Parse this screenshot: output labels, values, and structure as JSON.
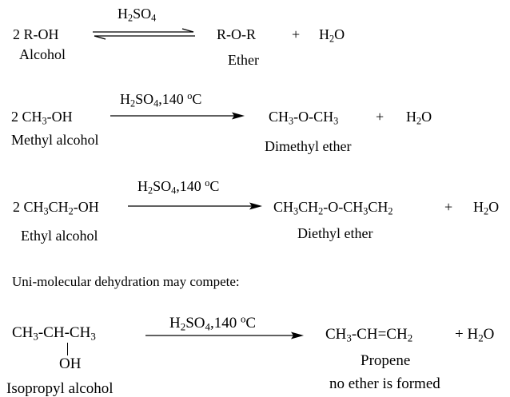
{
  "reaction_general": {
    "reactant": "2 R-OH",
    "reactant_name": "Alcohol",
    "condition": [
      "H",
      "2",
      "SO",
      "4"
    ],
    "product": "R-O-R",
    "product_name": "Ether",
    "plus": "+",
    "water": [
      "H",
      "2",
      "O"
    ]
  },
  "reaction_methyl": {
    "reactant": [
      "2 CH",
      "3",
      "-OH"
    ],
    "reactant_name": "Methyl alcohol",
    "condition": [
      "H",
      "2",
      "SO",
      "4",
      ",140 ",
      "o",
      "C"
    ],
    "product": [
      "CH",
      "3",
      "-O-CH",
      "3"
    ],
    "product_name": "Dimethyl ether",
    "plus": "+",
    "water": [
      "H",
      "2",
      "O"
    ]
  },
  "reaction_ethyl": {
    "reactant": [
      "2 CH",
      "3",
      "CH",
      "2",
      "-OH"
    ],
    "reactant_name": "Ethyl alcohol",
    "condition": [
      "H",
      "2",
      "SO",
      "4",
      ",140 ",
      "o",
      "C"
    ],
    "product": [
      "CH",
      "3",
      "CH",
      "2",
      "-O-CH",
      "3",
      "CH",
      "2"
    ],
    "product_name": "Diethyl ether",
    "plus": "+",
    "water": [
      "H",
      "2",
      "O"
    ]
  },
  "note": "Uni-molecular dehydration may compete:",
  "reaction_isopropyl": {
    "reactant": [
      "CH",
      "3",
      "-CH-CH",
      "3"
    ],
    "reactant_branch": "OH",
    "reactant_name": "Isopropyl alcohol",
    "condition": [
      "H",
      "2",
      "SO",
      "4",
      ",140 ",
      "o",
      "C"
    ],
    "product": [
      "CH",
      "3",
      "-CH=CH",
      "2"
    ],
    "product_water": [
      "+ H",
      "2",
      "O"
    ],
    "product_name": "Propene",
    "result_note": "no ether is formed"
  }
}
